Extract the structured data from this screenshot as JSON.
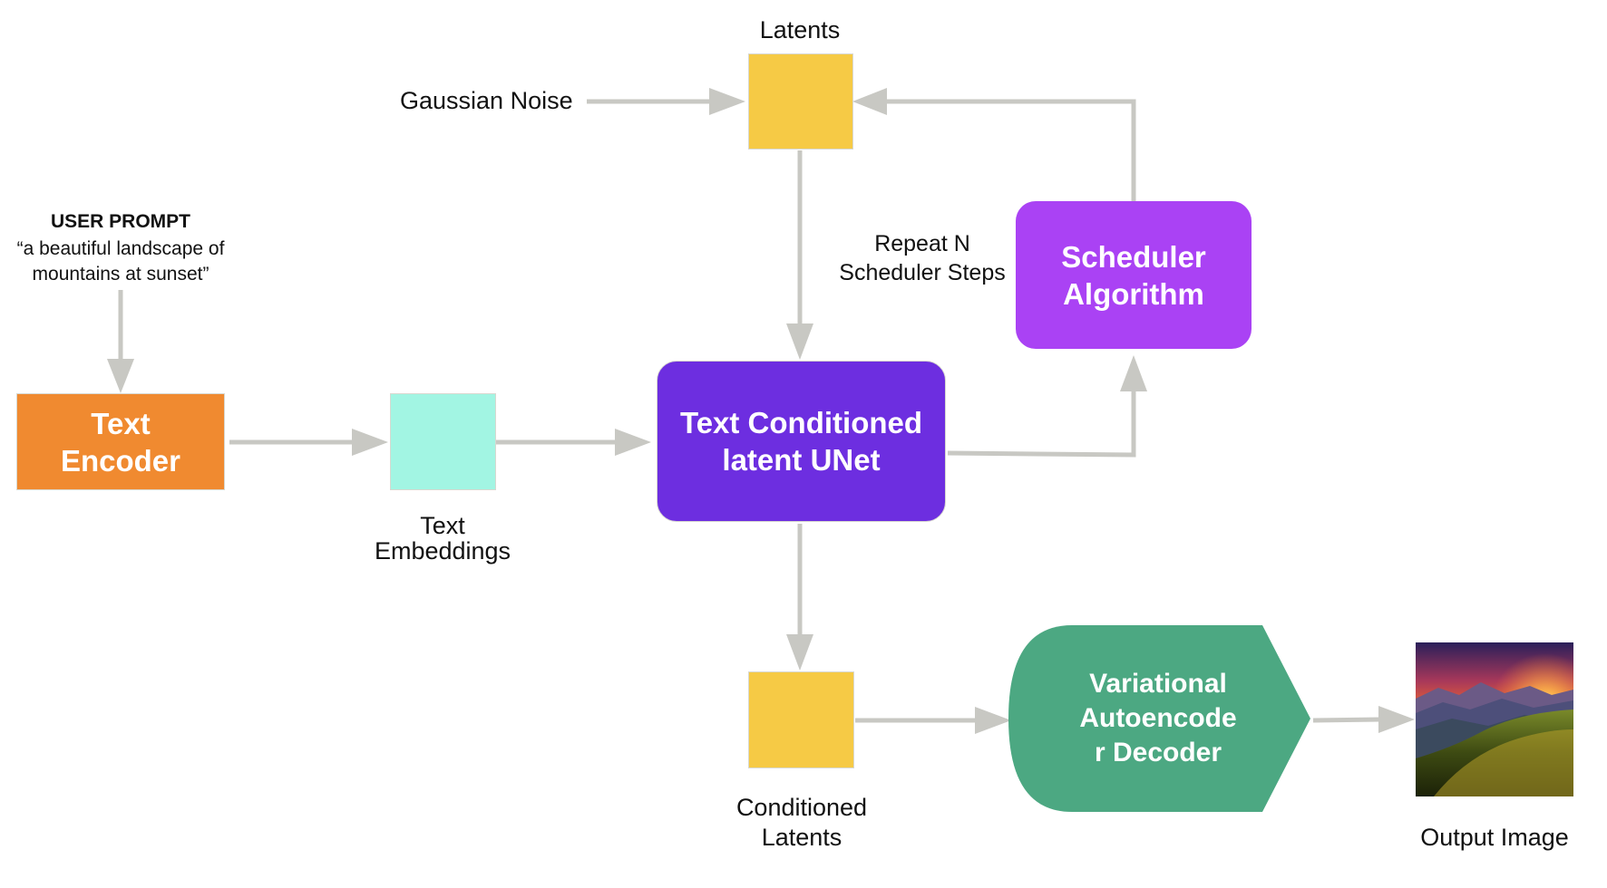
{
  "colors": {
    "arrow": "#c8c8c3",
    "text_encoder": "#f08a30",
    "text_embeddings": "#a2f5e3",
    "unet": "#6d2ee0",
    "scheduler": "#aa42f4",
    "latents": "#f6ca45",
    "vae": "#4ca882"
  },
  "labels": {
    "latents": "Latents",
    "gaussian_noise": "Gaussian Noise",
    "user_prompt_title": "USER PROMPT",
    "user_prompt_line1": "“a beautiful landscape of",
    "user_prompt_line2": "mountains at sunset”",
    "repeat_line1": "Repeat N",
    "repeat_line2": "Scheduler Steps",
    "text_embeddings_line1": "Text",
    "text_embeddings_line2": "Embeddings",
    "conditioned_latents_line1": "Conditioned",
    "conditioned_latents_line2": "Latents",
    "output_image": "Output Image"
  },
  "nodes": {
    "text_encoder": [
      "Text",
      "Encoder"
    ],
    "unet": [
      "Text Conditioned",
      "latent UNet"
    ],
    "scheduler": [
      "Scheduler",
      "Algorithm"
    ],
    "vae": [
      "Variational",
      "Autoencode",
      "r Decoder"
    ]
  },
  "image": {
    "output_image_icon": "landscape-sunset-image"
  }
}
